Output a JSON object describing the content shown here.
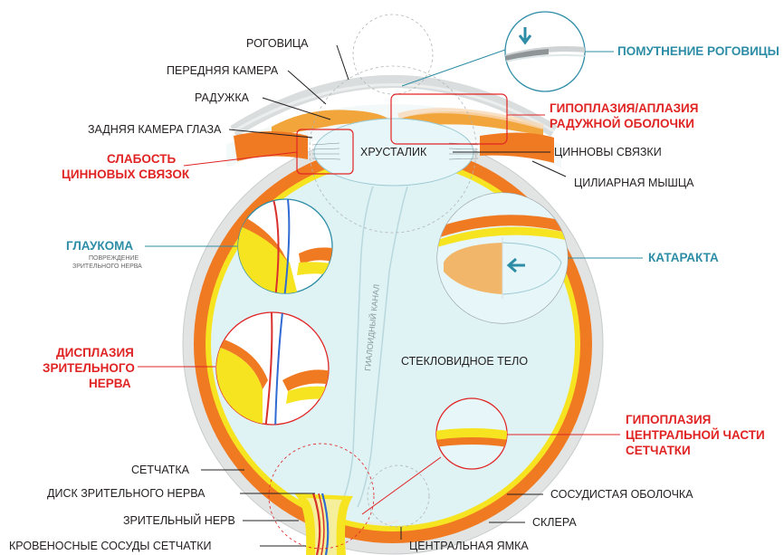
{
  "labels": {
    "cornea": "РОГОВИЦА",
    "anterior_chamber": "ПЕРЕДНЯЯ КАМЕРА",
    "iris": "РАДУЖКА",
    "posterior_chamber": "ЗАДНЯЯ КАМЕРА ГЛАЗА",
    "lens": "ХРУСТАЛИК",
    "zonules": "ЦИННОВЫ СВЯЗКИ",
    "ciliary_muscle": "ЦИЛИАРНАЯ МЫШЦА",
    "vitreous": "СТЕКЛОВИДНОЕ ТЕЛО",
    "hyaloid_canal": "ГИАЛОИДНЫЙ КАНАЛ",
    "retina": "СЕТЧАТКА",
    "optic_disc": "ДИСК ЗРИТЕЛЬНОГО НЕРВА",
    "optic_nerve": "ЗРИТЕЛЬНЫЙ НЕРВ",
    "retinal_vessels": "КРОВЕНОСНЫЕ СОСУДЫ СЕТЧАТКИ",
    "choroid": "СОСУДИСТАЯ ОБОЛОЧКА",
    "sclera": "СКЛЕРА",
    "fovea": "ЦЕНТРАЛЬНАЯ ЯМКА"
  },
  "conditions": {
    "corneal_opacity": "ПОМУТНЕНИЕ РОГОВИЦЫ",
    "iris_hypoplasia_1": "ГИПОПЛАЗИЯ/АПЛАЗИЯ",
    "iris_hypoplasia_2": "РАДУЖНОЙ ОБОЛОЧКИ",
    "zonule_weakness_1": "СЛАБОСТЬ",
    "zonule_weakness_2": "ЦИННОВЫХ СВЯЗОК",
    "glaucoma": "ГЛАУКОМА",
    "glaucoma_sub_1": "ПОВРЕЖДЕНИЕ",
    "glaucoma_sub_2": "ЗРИТЕЛЬНОГО НЕРВА",
    "cataract": "КАТАРАКТА",
    "optic_dysplasia_1": "ДИСПЛАЗИЯ",
    "optic_dysplasia_2": "ЗРИТЕЛЬНОГО",
    "optic_dysplasia_3": "НЕРВА",
    "foveal_hypoplasia_1": "ГИПОПЛАЗИЯ",
    "foveal_hypoplasia_2": "ЦЕНТРАЛЬНОЙ ЧАСТИ",
    "foveal_hypoplasia_3": "СЕТЧАТКИ"
  },
  "colors": {
    "sclera": "#e2e4e4",
    "choroid": "#f07a22",
    "retina": "#f7e421",
    "vitreous": "#dff2f4",
    "iris": "#f2a53a",
    "red_accent": "#e02424",
    "teal_accent": "#2e8da6",
    "vessel_red": "#d8312c",
    "vessel_blue": "#2f6bd2"
  }
}
